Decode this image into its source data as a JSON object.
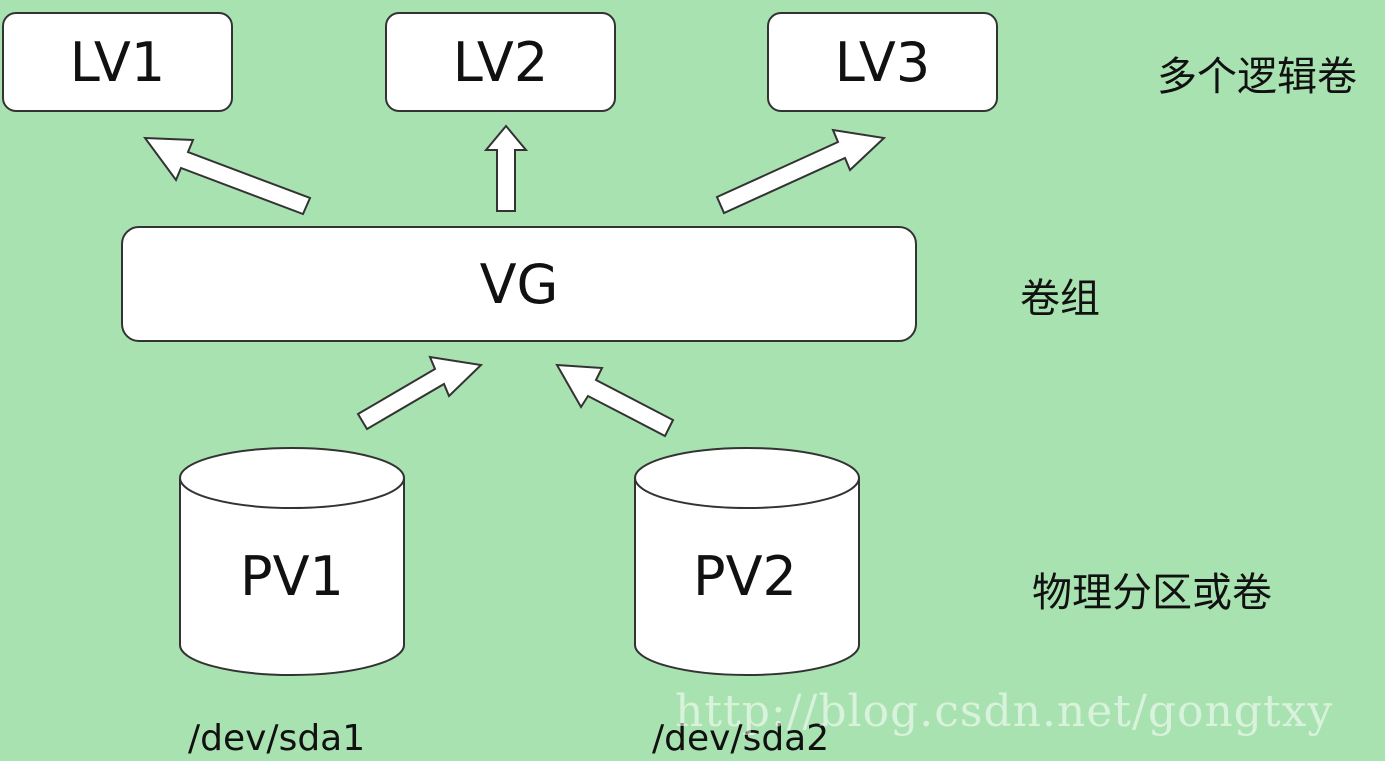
{
  "logical_volumes": [
    {
      "label": "LV1"
    },
    {
      "label": "LV2"
    },
    {
      "label": "LV3"
    }
  ],
  "volume_group": {
    "label": "VG"
  },
  "physical_volumes": [
    {
      "label": "PV1",
      "device": "/dev/sda1"
    },
    {
      "label": "PV2",
      "device": "/dev/sda2"
    }
  ],
  "side_labels": {
    "logical_volumes": "多个逻辑卷",
    "volume_group": "卷组",
    "physical": "物理分区或卷"
  },
  "watermark": "http://blog.csdn.net/gongtxy",
  "colors": {
    "background": "#a8e2b0",
    "shape_fill": "#ffffff",
    "outline": "#333333"
  }
}
